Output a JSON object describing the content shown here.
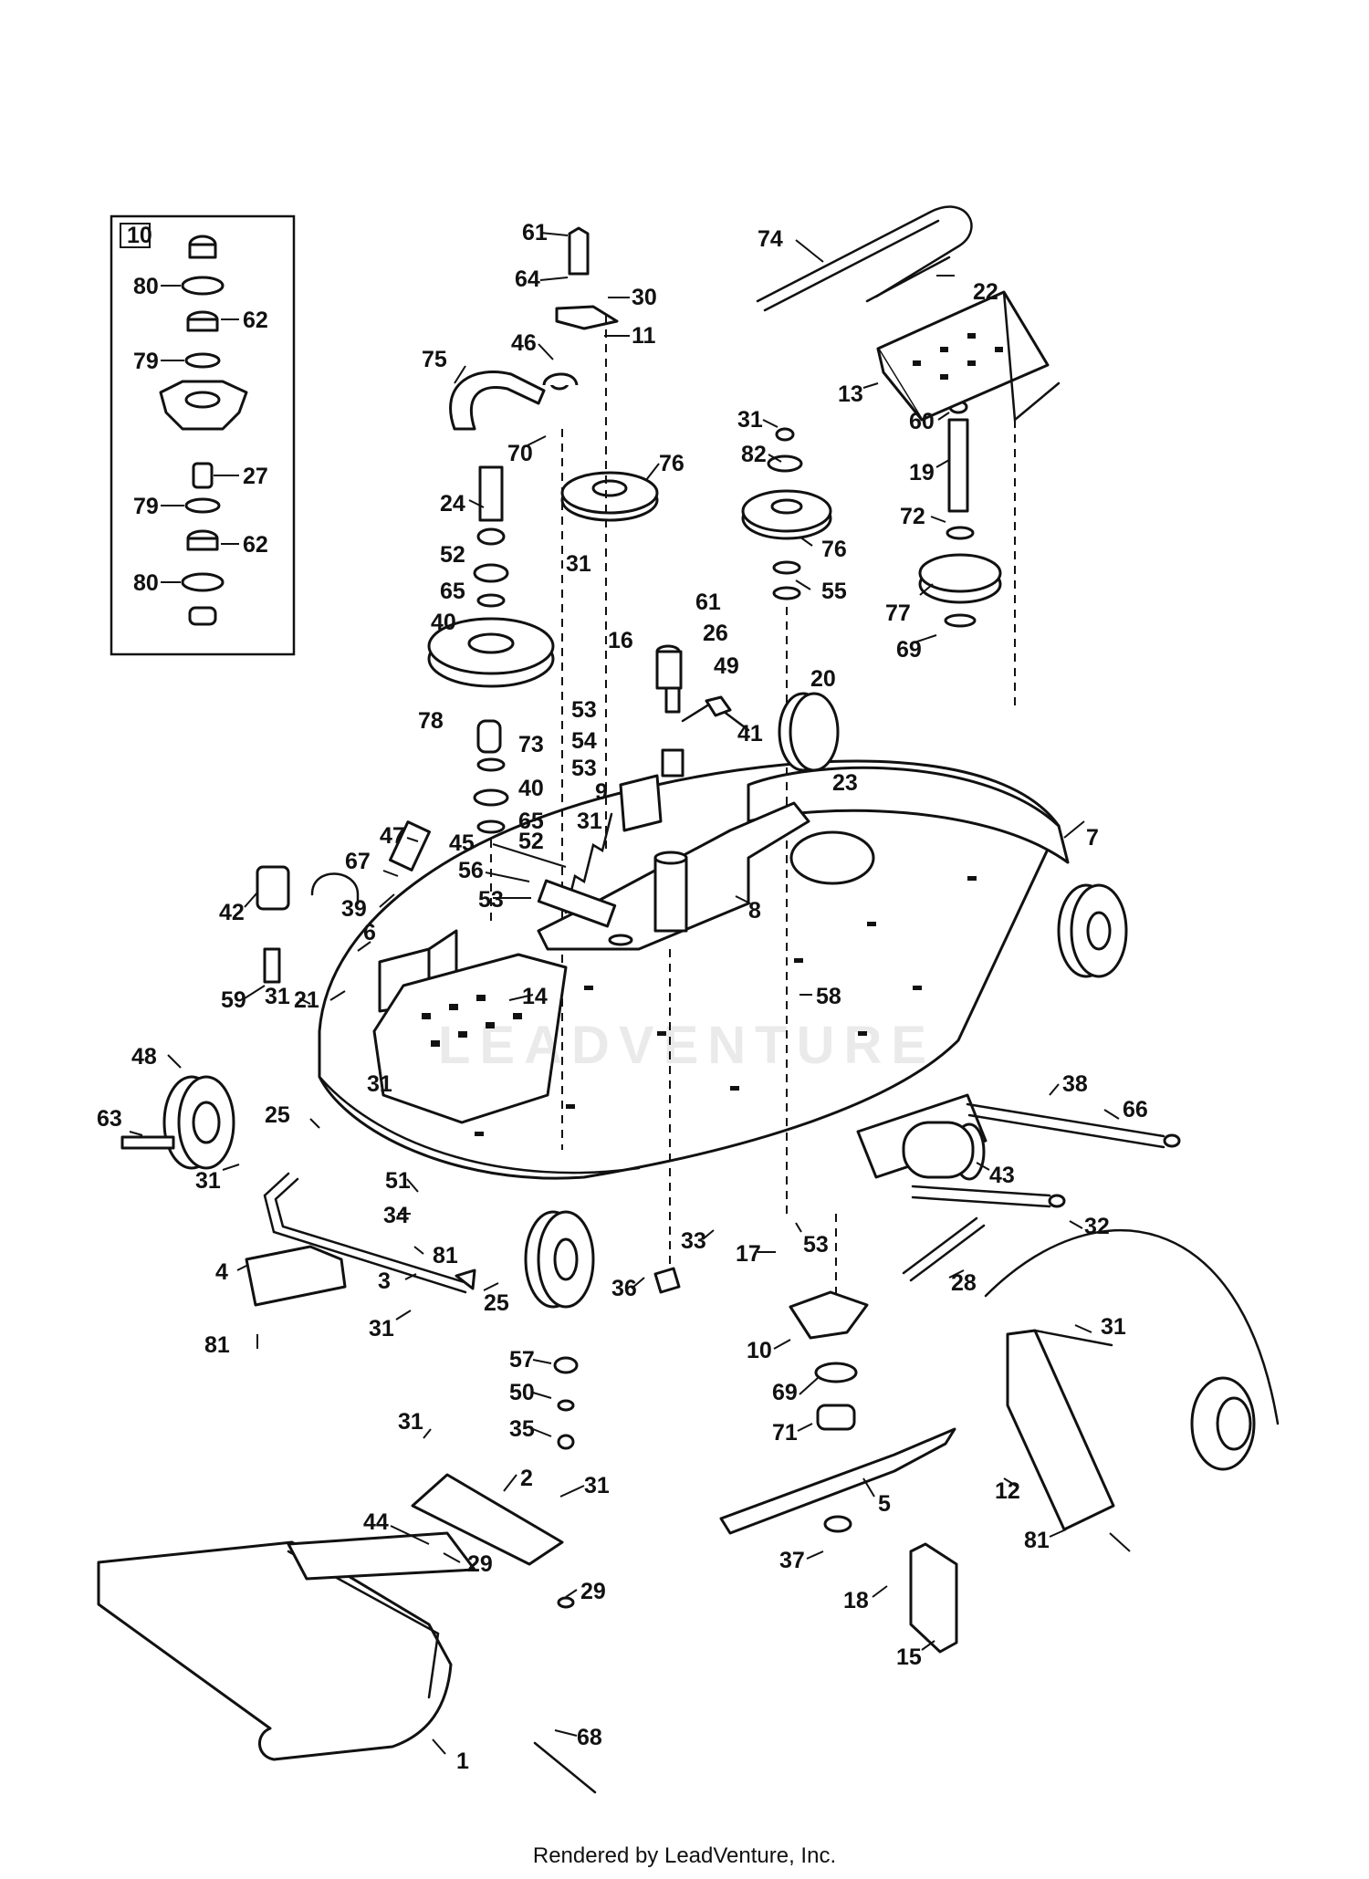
{
  "footer": {
    "text": "Rendered by LeadVenture, Inc."
  },
  "watermark": {
    "text": "LEADVENTURE"
  },
  "inset": {
    "box_label": "10"
  },
  "callouts": {
    "c61a": "61",
    "c64": "64",
    "c30": "30",
    "c11": "11",
    "c46": "46",
    "c75": "75",
    "c70": "70",
    "c76a": "76",
    "c31a": "31",
    "c24": "24",
    "c52a": "52",
    "c65a": "65",
    "c40a": "40",
    "c78": "78",
    "c73": "73",
    "c40b": "40",
    "c65b": "65",
    "c52b": "52",
    "c16": "16",
    "c61b": "61",
    "c26": "26",
    "c53a": "53",
    "c54": "54",
    "c53b": "53",
    "c9": "9",
    "c49": "49",
    "c20": "20",
    "c41": "41",
    "c74": "74",
    "c22": "22",
    "c13": "13",
    "c60": "60",
    "c19": "19",
    "c72": "72",
    "c77": "77",
    "c69a": "69",
    "c31b": "31",
    "c82": "82",
    "c76b": "76",
    "c55": "55",
    "c23": "23",
    "c7": "7",
    "c47": "47",
    "c67": "67",
    "c45": "45",
    "c56": "56",
    "c39": "39",
    "c53c": "53",
    "c31c": "31",
    "c8": "8",
    "c42": "42",
    "c59": "59",
    "c21": "21",
    "c6": "6",
    "c31d": "31",
    "c14": "14",
    "c58": "58",
    "c31e": "31",
    "c48": "48",
    "c63": "63",
    "c25a": "25",
    "c31f": "31",
    "c51": "51",
    "c34": "34",
    "c81a": "81",
    "c3": "3",
    "c25b": "25",
    "c4": "4",
    "c31g": "31",
    "c81b": "81",
    "c33": "33",
    "c36": "36",
    "c17": "17",
    "c53d": "53",
    "c38": "38",
    "c66": "66",
    "c43": "43",
    "c32": "32",
    "c28": "28",
    "c57": "57",
    "c50": "50",
    "c35": "35",
    "c10": "10",
    "c69b": "69",
    "c71": "71",
    "c5": "5",
    "c37": "37",
    "c31h": "31",
    "c12": "12",
    "c81c": "81",
    "c31i": "31",
    "c2": "2",
    "c31j": "31",
    "c44": "44",
    "c29a": "29",
    "c29b": "29",
    "c68": "68",
    "c1": "1",
    "c18": "18",
    "c15": "15",
    "i80a": "80",
    "i62a": "62",
    "i79a": "79",
    "i27": "27",
    "i79b": "79",
    "i62b": "62",
    "i80b": "80"
  }
}
